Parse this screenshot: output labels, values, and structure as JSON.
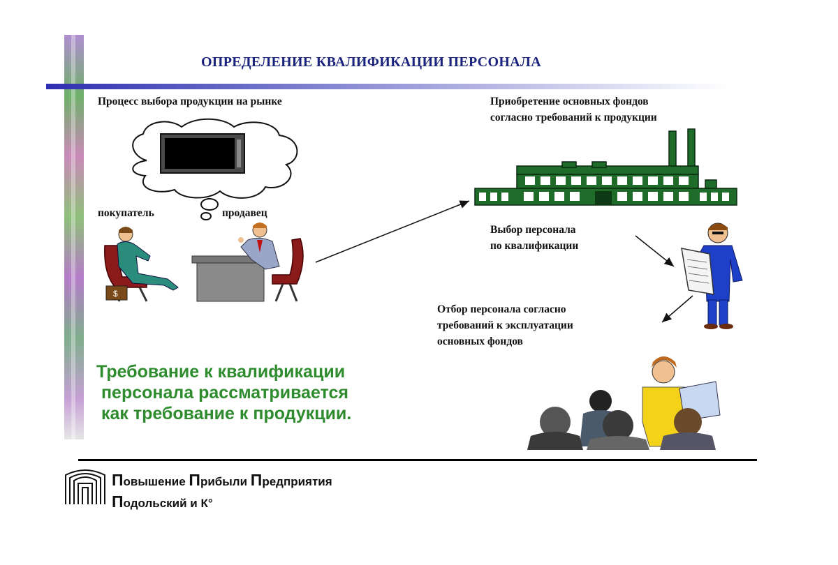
{
  "title": "ОПРЕДЕЛЕНИЕ  КВАЛИФИКАЦИИ ПЕРСОНАЛА",
  "labels": {
    "market_process": "Процесс выбора продукции на рынке",
    "buyer": "покупатель",
    "seller": "продавец",
    "acquisition_line1": "Приобретение основных фондов",
    "acquisition_line2": "согласно требований к продукции",
    "selection_line1": "Выбор персонала",
    "selection_line2": "по квалификации",
    "screening_line1": "Отбор персонала согласно",
    "screening_line2": "требований к эксплуатации",
    "screening_line3": "основных фондов"
  },
  "requirement": {
    "line1": "Требование к квалификации",
    "line2": " персонала рассматривается",
    "line3": " как требование к продукции."
  },
  "footer": {
    "word1_initial": "П",
    "word1_rest": "овышение",
    "word2_initial": "П",
    "word2_rest": "рибыли",
    "word3_initial": "П",
    "word3_rest": "редприятия",
    "word4_initial": "П",
    "word4_rest": "одольский и К°"
  },
  "colors": {
    "title": "#1a237e",
    "requirement_text": "#2e8b2e",
    "factory": "#1f6b2a",
    "suit_blue": "#1e3fc8"
  },
  "icons": [
    "thought-cloud-icon",
    "tv-icon",
    "meeting-icon",
    "factory-icon",
    "man-with-newspaper-icon",
    "group-meeting-icon",
    "company-logo-icon"
  ]
}
